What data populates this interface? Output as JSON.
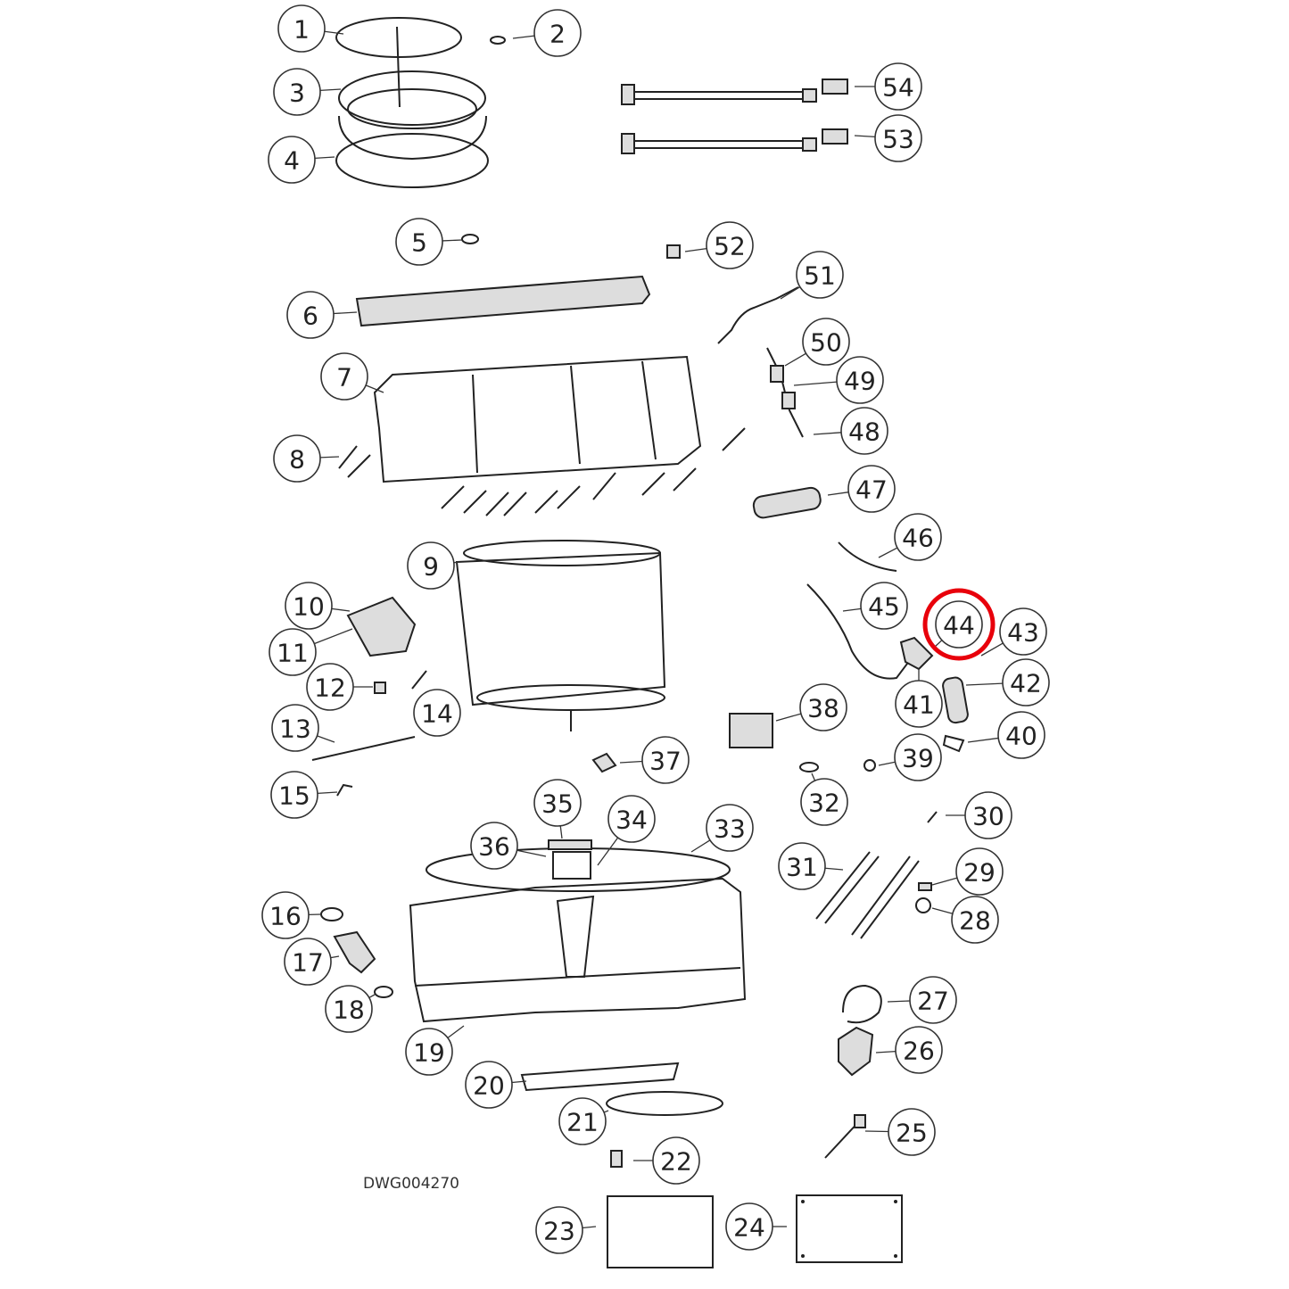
{
  "drawing_number": "DWG004270",
  "highlighted_part": "44",
  "highlight_color": "#e8000b",
  "callouts": [
    "1",
    "2",
    "3",
    "4",
    "5",
    "6",
    "7",
    "8",
    "9",
    "10",
    "11",
    "12",
    "13",
    "14",
    "15",
    "16",
    "17",
    "18",
    "19",
    "20",
    "21",
    "22",
    "23",
    "24",
    "25",
    "26",
    "27",
    "28",
    "29",
    "30",
    "31",
    "32",
    "33",
    "34",
    "35",
    "36",
    "37",
    "38",
    "39",
    "40",
    "41",
    "42",
    "43",
    "44",
    "45",
    "46",
    "47",
    "48",
    "49",
    "50",
    "51",
    "52",
    "53",
    "54"
  ]
}
